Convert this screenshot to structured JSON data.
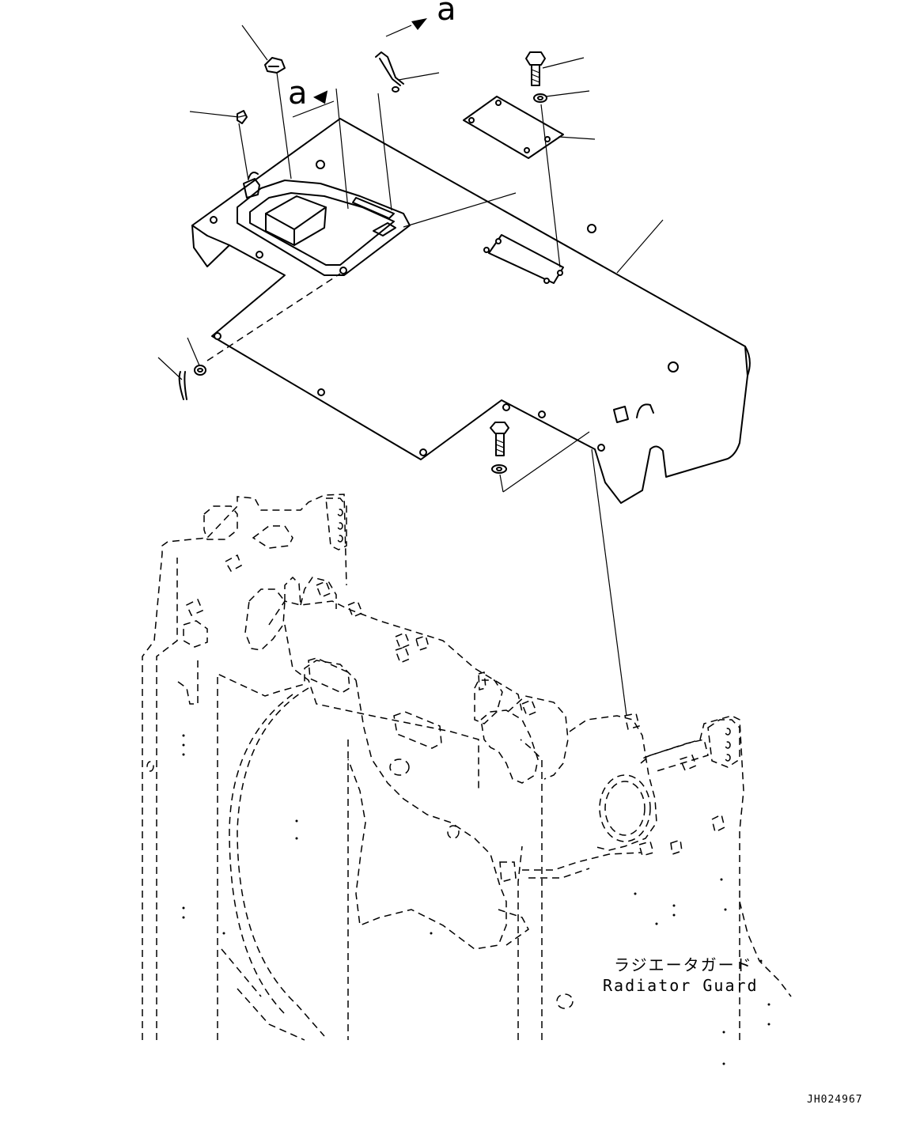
{
  "callouts": {
    "view_a_top": "a",
    "view_a_left": "a"
  },
  "labels": {
    "radiator_guard_jp": "ラジエータガード",
    "radiator_guard_en": "Radiator Guard"
  },
  "drawing_number": "JH024967"
}
